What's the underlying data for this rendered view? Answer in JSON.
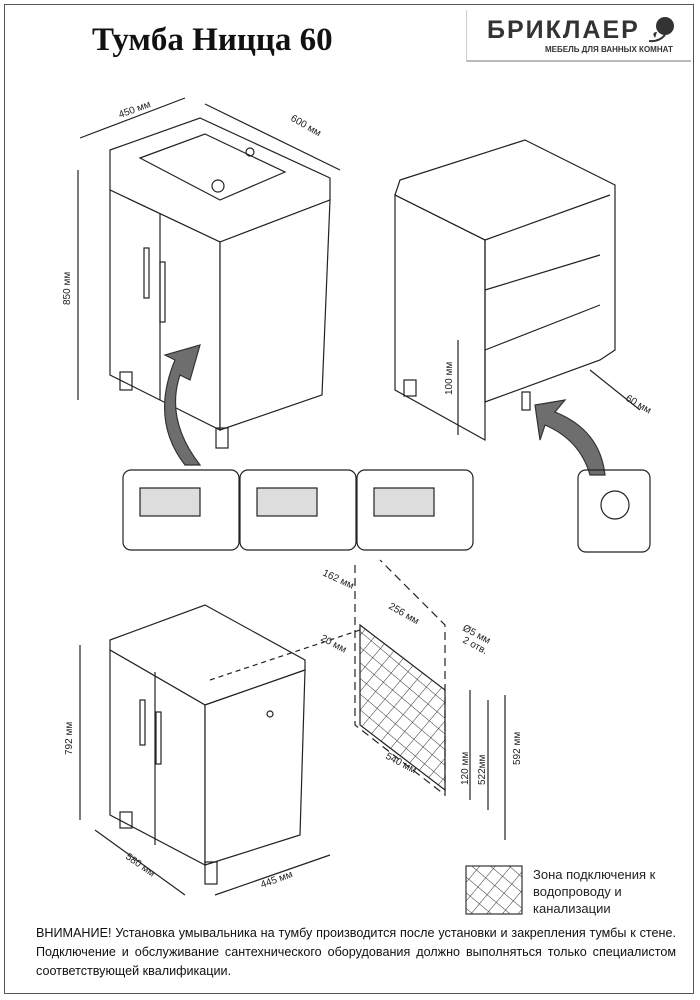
{
  "title": "Тумба Ницца 60",
  "logo": {
    "brand": "БРИКЛАЕР",
    "tagline": "МЕБЕЛЬ ДЛЯ ВАННЫХ КОМНАТ",
    "icon": "rose-icon"
  },
  "dimensions": {
    "width_top": "450 мм",
    "depth_top": "600 мм",
    "height_total": "850 мм",
    "leg_height": "100 мм",
    "rear_offset": "60 мм",
    "hole_offset_left": "162 мм",
    "hole_spacing": "256 мм",
    "zone_offset": "20 мм",
    "hole_diameter": "Ø5 мм",
    "hole_count": "2 отв.",
    "zone_width": "540 мм",
    "zone_bottom": "120 мм",
    "zone_top": "522мм",
    "hole_height": "592 мм",
    "cabinet_height": "792 мм",
    "cabinet_width": "580 мм",
    "cabinet_depth": "445 мм"
  },
  "legend": {
    "label": "Зона подключения к водопроводу и канализации"
  },
  "warning": "ВНИМАНИЕ! Установка умывальника на тумбу производится после установки и закрепления тумбы к стене. Подключение и обслуживание сантехнического оборудования должно выполняться только специалистом соответствующей квалификации.",
  "colors": {
    "arrow": "#6e6e6e",
    "line": "#222222"
  }
}
